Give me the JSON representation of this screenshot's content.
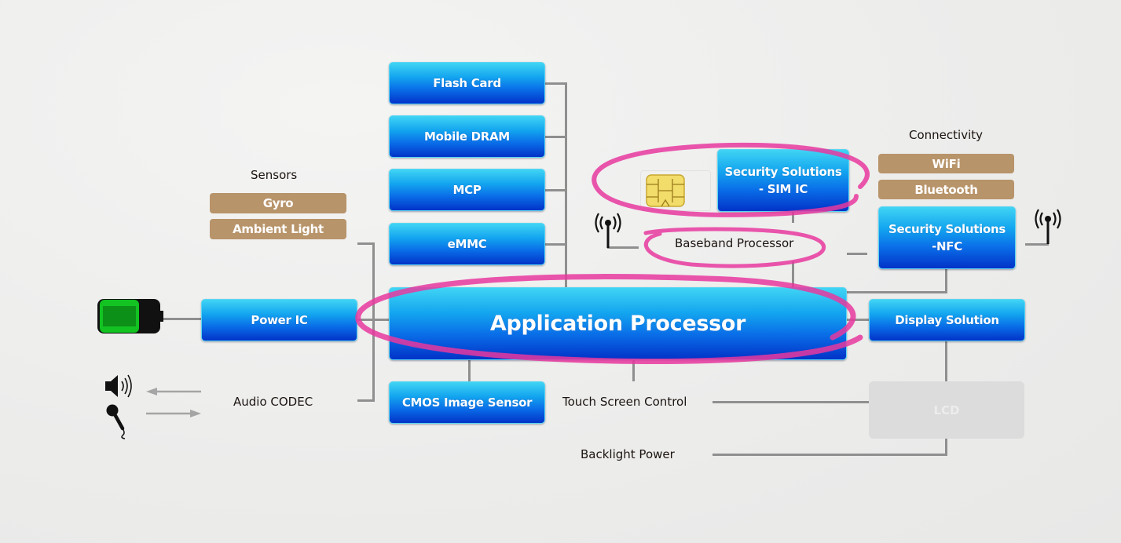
{
  "memory": {
    "flash_card": "Flash Card",
    "mobile_dram": "Mobile DRAM",
    "mcp": "MCP",
    "emmc": "eMMC"
  },
  "sensors": {
    "heading": "Sensors",
    "items": [
      "Gyro",
      "Ambient Light"
    ]
  },
  "connectivity": {
    "heading": "Connectivity",
    "items": [
      "WiFi",
      "Bluetooth"
    ]
  },
  "core": {
    "application_processor": "Application Processor",
    "power_ic": "Power IC",
    "audio_codec": "Audio CODEC",
    "cmos_image_sensor": "CMOS Image Sensor",
    "touch_screen_control": "Touch Screen Control",
    "backlight_power": "Backlight Power",
    "display_solution": "Display Solution",
    "lcd": "LCD",
    "baseband_processor": "Baseband Processor",
    "sim_ic_line1": "Security Solutions",
    "sim_ic_line2": "- SIM IC",
    "nfc_line1": "Security Solutions",
    "nfc_line2": "-NFC"
  },
  "icons": {
    "battery": "battery-icon",
    "speaker": "speaker-icon",
    "microphone": "microphone-icon",
    "antenna_left": "antenna-icon",
    "antenna_right": "antenna-icon",
    "sim_card": "sim-card-icon"
  },
  "highlights": {
    "color": "#e8389f",
    "circled": [
      "Application Processor",
      "Security Solutions - SIM IC",
      "Baseband Processor"
    ]
  },
  "colors": {
    "block_blue_top": "#40d4f4",
    "block_blue_bottom": "#0233c8",
    "tan": "#b8946a",
    "lcd_gray": "#dcdcdc"
  }
}
